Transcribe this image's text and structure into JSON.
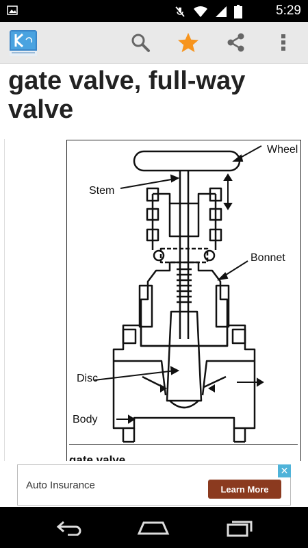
{
  "status_bar": {
    "time": "5:29",
    "icons": [
      "image-notification-icon",
      "mute-icon",
      "wifi-icon",
      "cell-signal-icon",
      "battery-icon"
    ]
  },
  "action_bar": {
    "icons": [
      "app-logo-icon",
      "search-icon",
      "star-icon",
      "share-icon",
      "overflow-menu-icon"
    ],
    "star_color": "#f7941d"
  },
  "article": {
    "title": "gate valve, full-way valve",
    "figure": {
      "labels": {
        "wheel": "Wheel",
        "stem": "Stem",
        "bonnet": "Bonnet",
        "disc": "Disc",
        "body": "Body"
      },
      "caption": "gate valve"
    }
  },
  "ad": {
    "text": "Auto Insurance",
    "cta": "Learn More",
    "close": "✕",
    "cta_color": "#8b3a1f"
  },
  "nav_bar": {
    "icons": [
      "back-icon",
      "home-icon",
      "recent-apps-icon"
    ]
  }
}
